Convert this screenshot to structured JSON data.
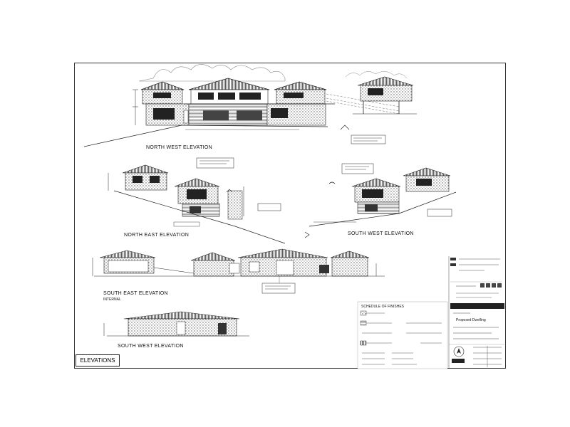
{
  "sheet_label": "ELEVATIONS",
  "elevations": {
    "north_west": "NORTH WEST ELEVATION",
    "north_east": "NORTH EAST ELEVATION",
    "south_west_upper": "SOUTH WEST ELEVATION",
    "south_east": "SOUTH EAST ELEVATION",
    "south_east_sub": "INTERNAL",
    "south_west_lower": "SOUTH WEST ELEVATION"
  },
  "schedule_title": "SCHEDULE OF FINISHES",
  "title_block": {
    "proposal": "Proposed Dwelling"
  },
  "colors": {
    "line": "#222222",
    "hatch": "#555555",
    "roof": "#333333"
  }
}
